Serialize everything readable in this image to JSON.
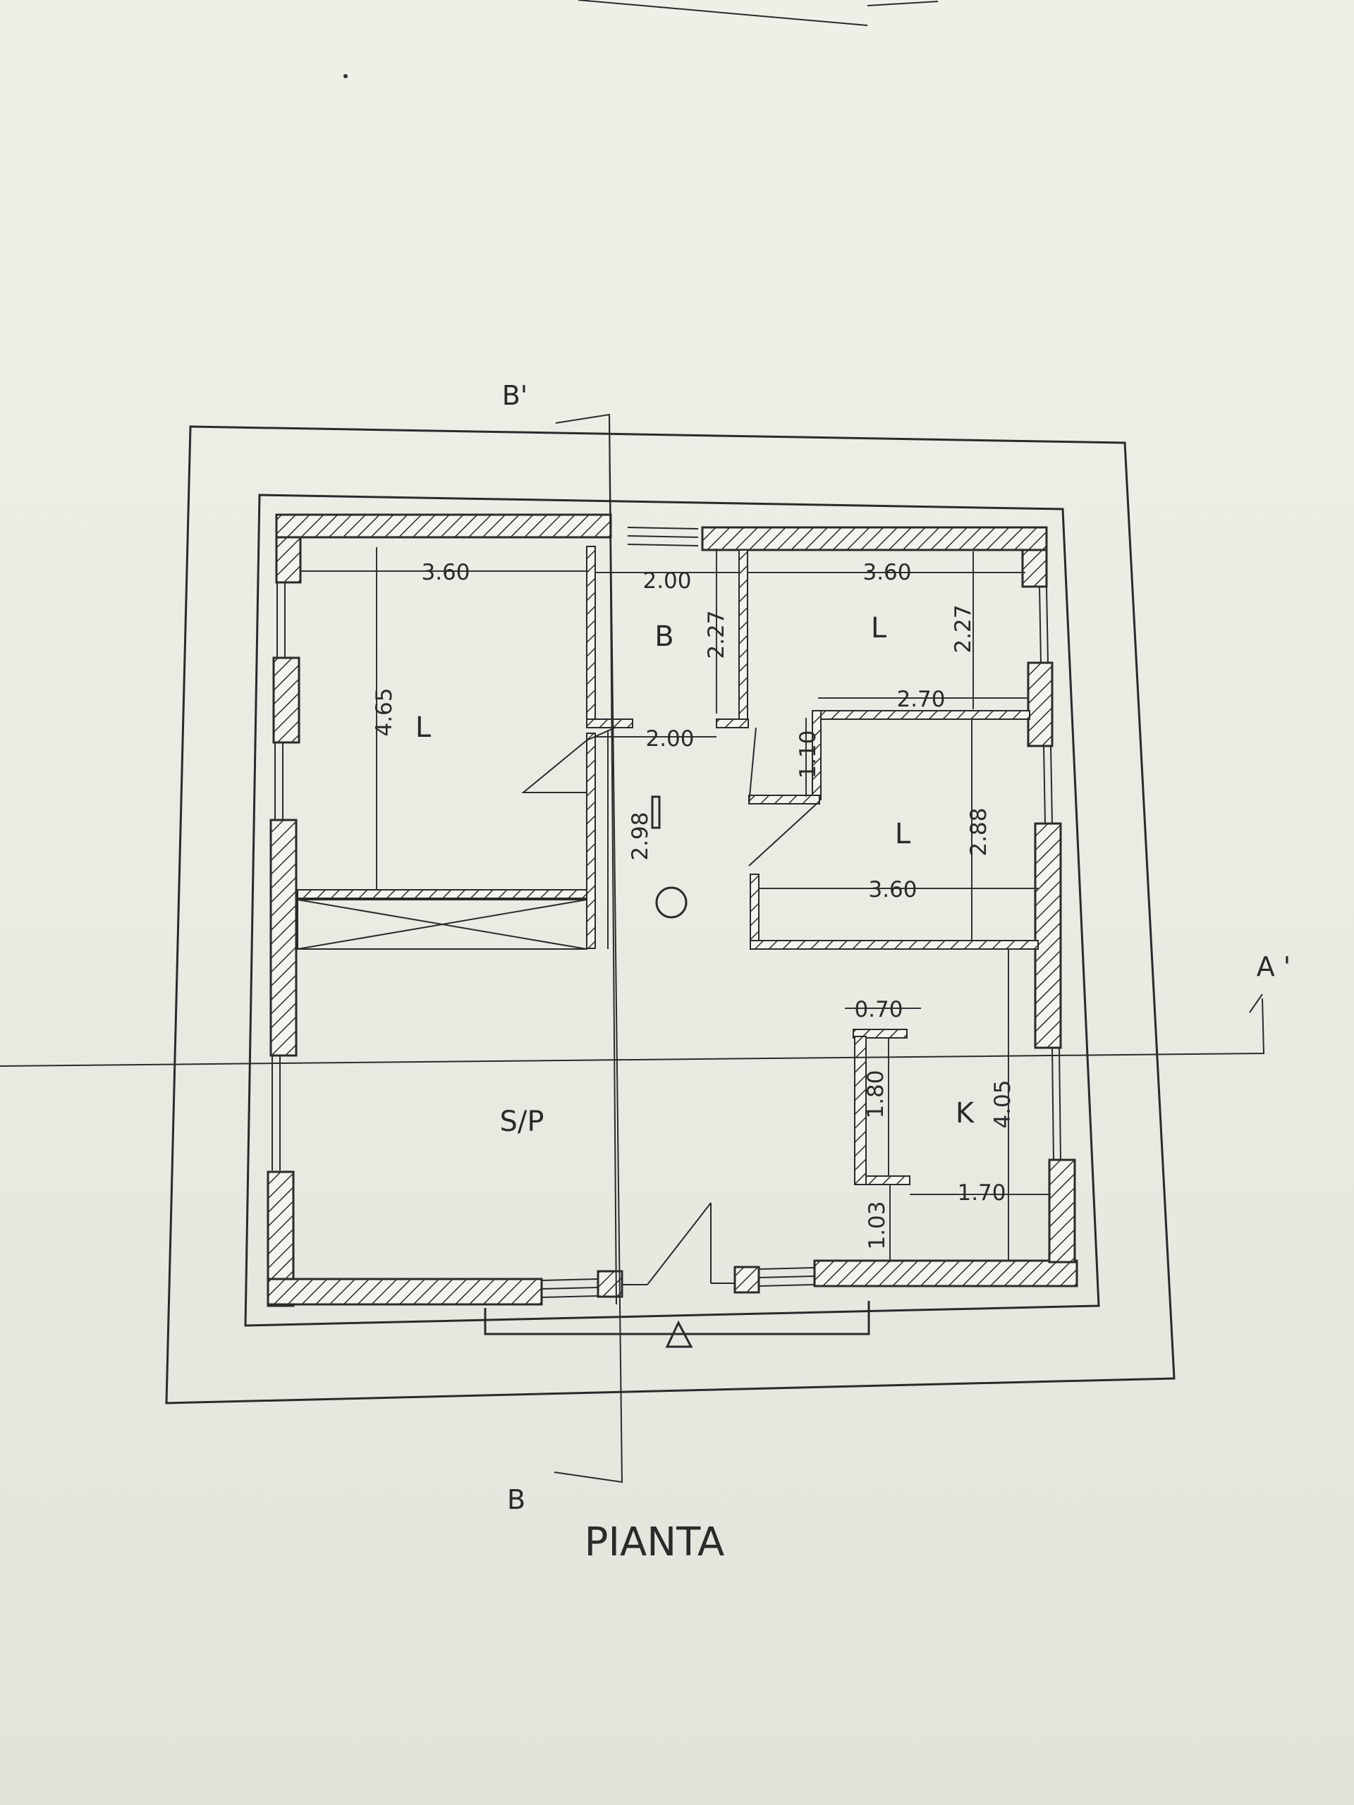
{
  "drawing": {
    "title": "PIANTA",
    "section_marks": {
      "b_top": "B'",
      "b_bottom": "B",
      "a_right": "A '"
    },
    "rooms": {
      "bed_left": "L",
      "bath": "B",
      "bed_top_right": "L",
      "bed_mid_right": "L",
      "living": "S/P",
      "kitchen": "K"
    },
    "dimensions": {
      "bed_left_width": "3.60",
      "bed_left_height": "4.65",
      "bath_width": "2.00",
      "bath_height": "2.27",
      "bath_door_width": "2.00",
      "hall_height": "2.98",
      "bed_tr_width": "3.60",
      "bed_tr_height": "2.27",
      "bed_tr_bottom": "2.70",
      "step_height": "1.10",
      "bed_mr_width": "3.60",
      "bed_mr_height": "2.88",
      "counter_width": "0.70",
      "counter_length": "1.80",
      "kitchen_height": "4.05",
      "kitchen_width": "1.70",
      "kitchen_gap": "1.03"
    },
    "colors": {
      "ink": "#2a2a2a",
      "paper": "#eef0e8"
    }
  }
}
